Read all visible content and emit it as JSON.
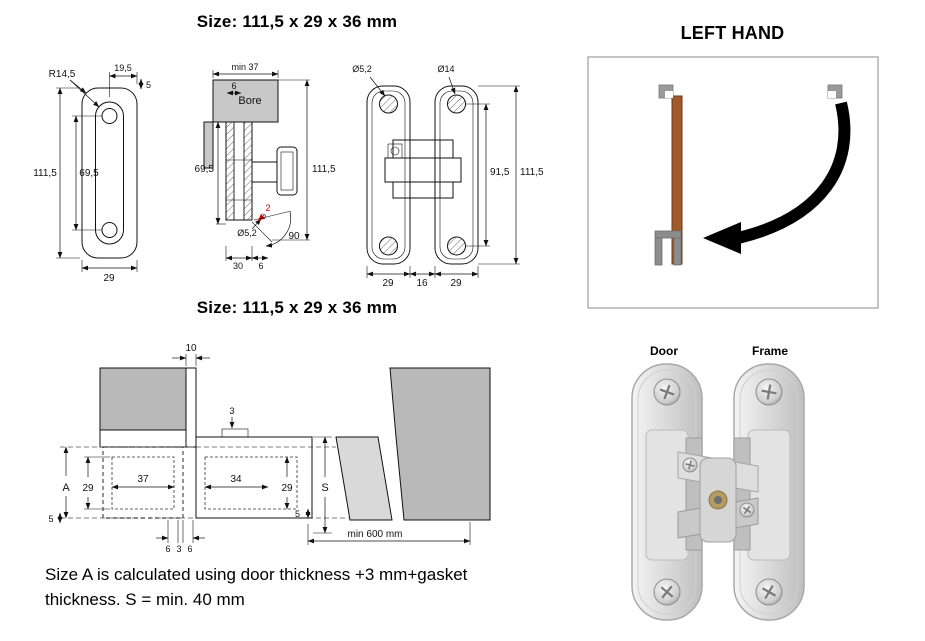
{
  "titles": {
    "size_top": "Size: 111,5 x 29 x 36 mm",
    "size_mid": "Size: 111,5 x 29 x 36 mm",
    "left_hand": "LEFT HAND"
  },
  "caption": "Size A is calculated using door thickness +3 mm+gasket thickness. S = min. 40 mm",
  "product": {
    "door": "Door",
    "frame": "Frame"
  },
  "colors": {
    "door_brown": "#a05a2c",
    "accent_red": "#cc0000",
    "bore_gray": "#c8c8c8",
    "section_gray": "#b9b9b9"
  },
  "plate_view": {
    "radius": "R14,5",
    "top_width": "19,5",
    "edge": "5",
    "height": "111,5",
    "hole_span": "69,5",
    "width": "29"
  },
  "side_view": {
    "min_depth": "min 37",
    "edge6": "6",
    "bore": "Bore",
    "hole_span": "69,5",
    "height": "111,5",
    "hole_dia": "Ø5,2",
    "gap2": "2",
    "angle90": "90",
    "depth30": "30",
    "edge6b": "6"
  },
  "hinge_view": {
    "screw_dia": "Ø5,2",
    "cap_dia": "Ø14",
    "hole_span": "91,5",
    "height": "111,5",
    "w_left": "29",
    "w_gap": "16",
    "w_right": "29"
  },
  "section_view": {
    "frame10": "10",
    "gap3": "3",
    "dimA": "A",
    "left29": "29",
    "left37": "37",
    "mid34": "34",
    "right29": "29",
    "dimS": "S",
    "left5": "5",
    "right5": "5",
    "b6l": "6",
    "b3": "3",
    "b6r": "6",
    "min600": "min 600 mm"
  }
}
